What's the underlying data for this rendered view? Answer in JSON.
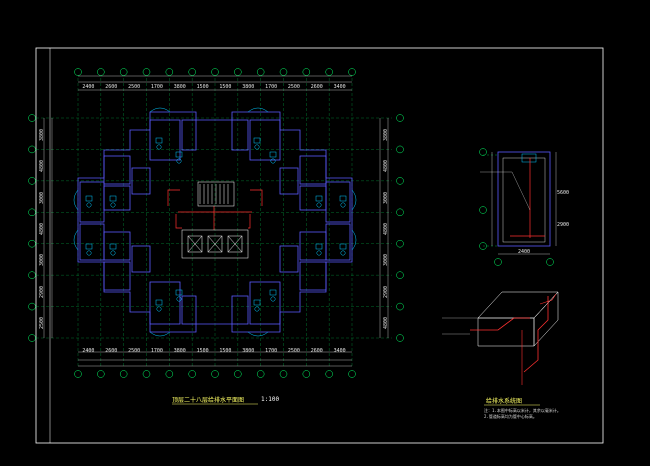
{
  "plan": {
    "title": "顶层二十八层给排水平面图",
    "scale": "1:100",
    "top_dims": [
      "2400",
      "2600",
      "2500",
      "1700",
      "3800",
      "1500",
      "1500",
      "3800",
      "1700",
      "2500",
      "2600",
      "3400"
    ],
    "bottom_dims": [
      "2400",
      "2600",
      "2500",
      "1700",
      "3800",
      "1500",
      "1500",
      "3800",
      "1700",
      "2500",
      "2600",
      "3400"
    ],
    "left_dims": [
      "3800",
      "4800",
      "3000",
      "4800",
      "3000",
      "2900",
      "2500"
    ],
    "right_dims": [
      "3800",
      "4800",
      "3000",
      "4800",
      "3000",
      "2900",
      "4800"
    ]
  },
  "detail": {
    "dims_bottom": [
      "2400"
    ],
    "dims_right": [
      "5600",
      "2900"
    ]
  },
  "axon": {
    "title": "给排水系统图",
    "notes": [
      "注：1.本图中标高以米计，其余以毫米计。",
      "2.管道标高均为管中心标高。"
    ]
  },
  "colors": {
    "background": "#000000",
    "frame": "#ffffff",
    "walls": "#5a5aff",
    "fixtures": "#00c8ff",
    "pipes": "#ff3030",
    "grid": "#00ff66",
    "dims": "#ffffff",
    "title": "#ffff66"
  }
}
